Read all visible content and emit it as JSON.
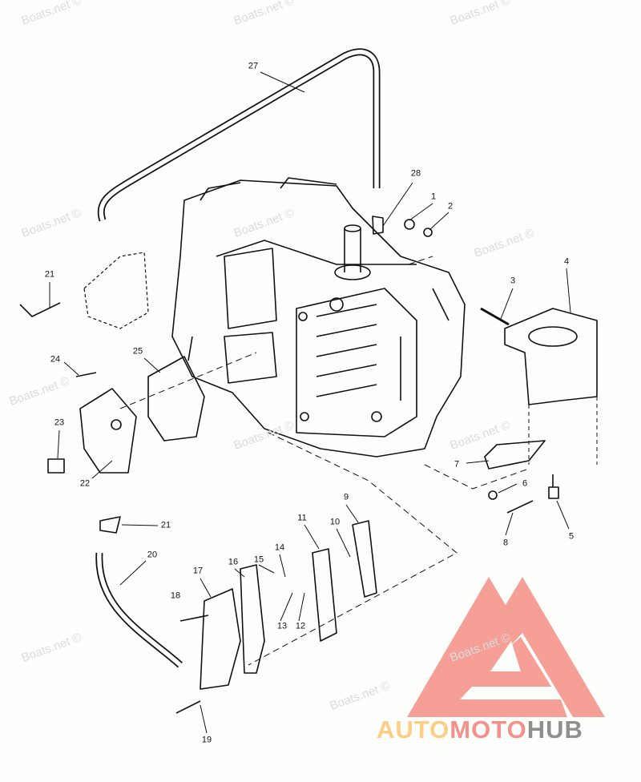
{
  "watermark": "Boats.net ©",
  "callouts": [
    "27",
    "28",
    "1",
    "2",
    "3",
    "4",
    "21",
    "24",
    "25",
    "23",
    "22",
    "7",
    "6",
    "5",
    "8",
    "9",
    "10",
    "11",
    "21",
    "20",
    "15",
    "14",
    "16",
    "17",
    "18",
    "13",
    "12",
    "19"
  ],
  "logo": {
    "part1": "AUTO",
    "part2": "MOTO",
    "part3": "HUB",
    "colors": {
      "auto": "#fdcc85",
      "moto": "#f4918b",
      "hub": "#8f8f8f",
      "mark": "#f59f97"
    }
  }
}
